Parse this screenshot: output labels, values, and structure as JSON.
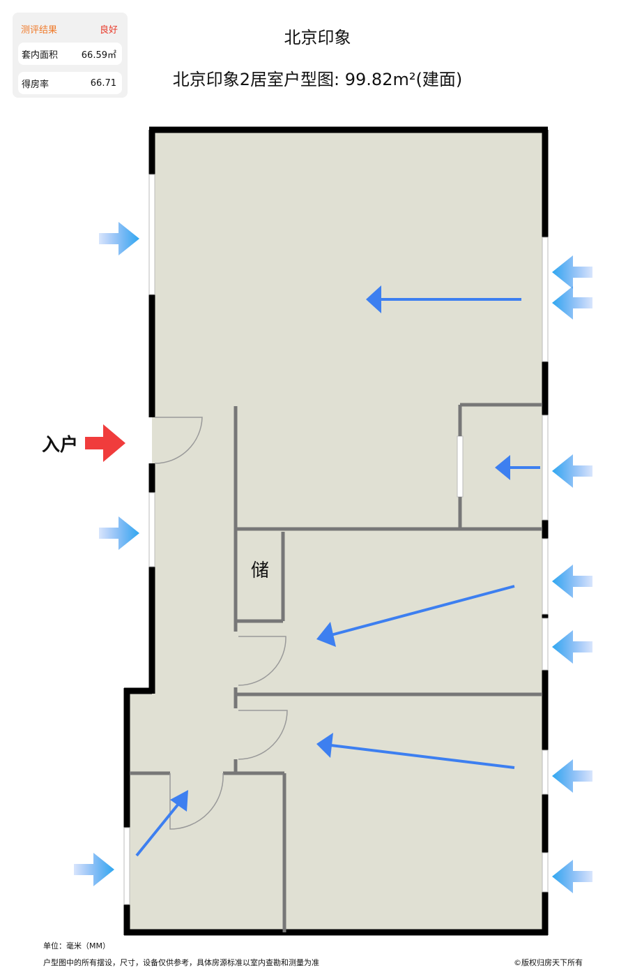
{
  "eval_card": {
    "label": "测评结果",
    "rating": "良好",
    "rows": [
      {
        "label": "套内面积",
        "value": "66.59㎡"
      },
      {
        "label": "得房率",
        "value": "66.71"
      }
    ]
  },
  "title": "北京印象",
  "subtitle": "北京印象2居室户型图: 99.82m²(建面)",
  "plan": {
    "entrance_label": "入户",
    "storage_label": "储"
  },
  "footer": {
    "unit": "单位：毫米（MM）",
    "disclaimer": "户型图中的所有摆设，尺寸，设备仅供参考，具体房源标准以室内查勘和测量为准",
    "copyright": "©版权归房天下所有"
  },
  "colors": {
    "floor": "#e0e0d3",
    "wall": "#000000",
    "inner_wall": "#7a7a7a",
    "airflow": "#3d7ff0",
    "entrance": "#f03c3c",
    "card_label": "#f07a2a",
    "card_rating": "#e83a2a"
  }
}
